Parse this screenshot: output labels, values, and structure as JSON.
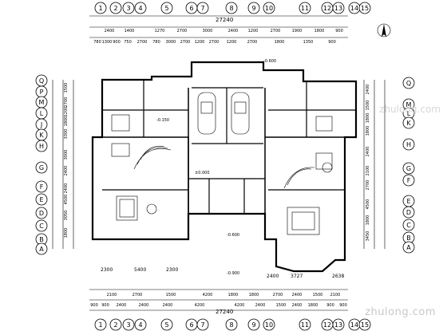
{
  "top_axes": [
    "1",
    "2",
    "3",
    "4",
    "5",
    "6",
    "7",
    "8",
    "9",
    "10",
    "11",
    "12",
    "13",
    "14",
    "15"
  ],
  "bottom_axes": [
    "1",
    "2",
    "3",
    "4",
    "5",
    "6",
    "7",
    "8",
    "9",
    "10",
    "11",
    "12",
    "13",
    "14",
    "15"
  ],
  "left_axes": [
    "Q",
    "P",
    "M",
    "L",
    "J",
    "K",
    "H",
    "G",
    "F",
    "E",
    "D",
    "C",
    "B",
    "A"
  ],
  "right_axes": [
    "Q",
    "M",
    "L",
    "K",
    "H",
    "G",
    "F",
    "E",
    "D",
    "C",
    "B",
    "A"
  ],
  "top_total": "27240",
  "bottom_total": "27240",
  "top_dims_row1": [
    "2400",
    "1400",
    "1270",
    "2700",
    "3000",
    "2400",
    "1200",
    "2700",
    "1900",
    "1800",
    "900"
  ],
  "top_dims_row2": [
    "780",
    "1300",
    "900",
    "750",
    "2700",
    "780",
    "3000",
    "2700",
    "1200",
    "2700",
    "1200",
    "2700",
    "1800",
    "1350",
    "900"
  ],
  "bottom_dims_row1": [
    "2100",
    "2700",
    "1500",
    "4200",
    "1800",
    "1800",
    "2700",
    "2400",
    "1500",
    "2100"
  ],
  "bottom_dims_row2": [
    "900",
    "900",
    "2400",
    "2400",
    "2400",
    "4200",
    "4200",
    "2400",
    "1500",
    "2400",
    "1800",
    "900",
    "900"
  ],
  "left_dims": [
    "1500",
    "2700",
    "1200",
    "1800",
    "3300",
    "3000",
    "2400",
    "2400",
    "4500",
    "3050",
    "1800"
  ],
  "right_dims": [
    "2400",
    "1500",
    "1800",
    "1800",
    "2400",
    "2100",
    "2700",
    "4500",
    "1800",
    "3450"
  ],
  "bottom_row_labels": [
    "2300",
    "5400",
    "2300",
    "2400",
    "3727",
    "2638"
  ],
  "levels": [
    "-0.600",
    "±0.000",
    "-0.150",
    "-0.600",
    "-0.900"
  ],
  "watermark": "zhulong.com",
  "watermark2": "zhulong.com"
}
